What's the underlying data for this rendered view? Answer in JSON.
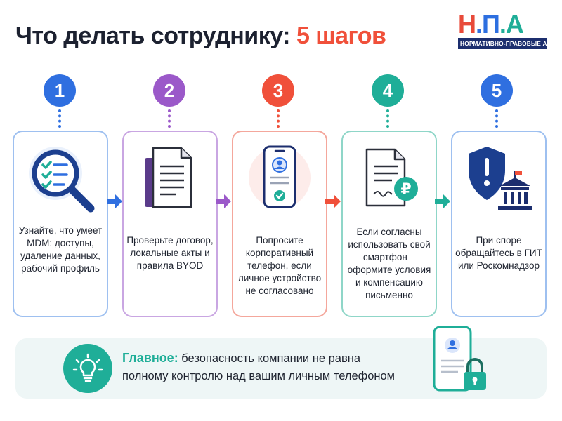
{
  "header": {
    "title_main": "Что делать сотруднику:",
    "title_accent": "5 шагов"
  },
  "logo": {
    "letters": [
      "Н",
      ".",
      "П",
      ".",
      "А"
    ],
    "subtitle": "НОРМАТИВНО-ПРАВОВЫЕ АКТЫ",
    "colors": {
      "n": "#e84a3a",
      "p": "#2d6fe0",
      "a": "#1fae98"
    }
  },
  "colors": {
    "step1": "#2f6fe0",
    "step2": "#9b59c9",
    "step3": "#f0503a",
    "step4": "#1fae98",
    "step5": "#2f6fe0",
    "banner_accent": "#1fae98"
  },
  "steps": [
    {
      "number": "1",
      "icon": "magnifier-checklist-icon",
      "text": "Узнайте, что умеет MDM: доступы, удаление данных, рабочий профиль"
    },
    {
      "number": "2",
      "icon": "documents-icon",
      "text": "Проверьте договор, локальные акты и правила BYOD"
    },
    {
      "number": "3",
      "icon": "corporate-phone-icon",
      "text": "Попросите корпоративный телефон, если личное устройство не согласовано"
    },
    {
      "number": "4",
      "icon": "contract-ruble-icon",
      "text": "Если согласны использовать свой смартфон – оформите условия и компенсацию письменно"
    },
    {
      "number": "5",
      "icon": "shield-government-icon",
      "text": "При споре обращайтесь в ГИТ или Роскомнадзор"
    }
  ],
  "banner": {
    "key": "Главное:",
    "line1": "безопасность компании не равна",
    "line2": "полному контролю над вашим личным телефоном",
    "icon": "lightbulb-icon",
    "side_icon": "locked-phone-icon"
  }
}
